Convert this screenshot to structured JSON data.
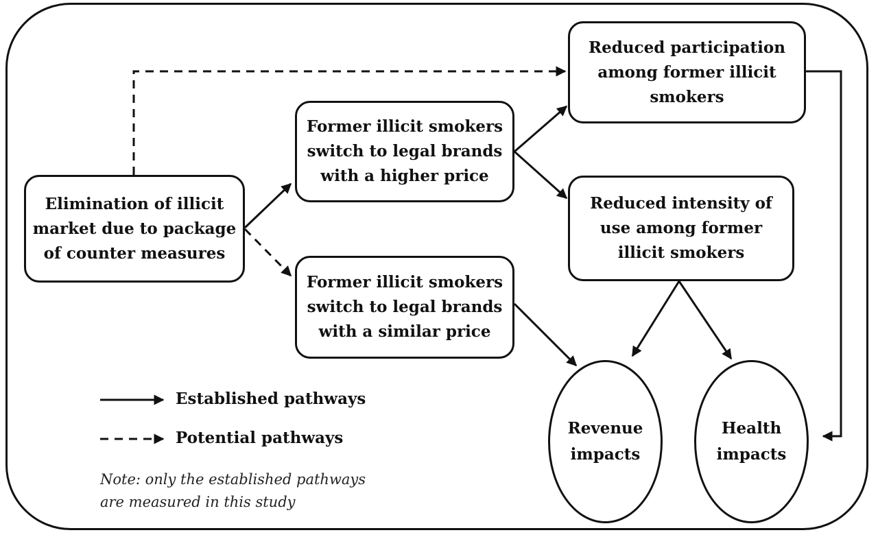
{
  "nodes": {
    "elimination": "Elimination of illicit market due to package of counter measures",
    "switch_higher": "Former illicit smokers switch to legal brands with a higher price",
    "switch_similar": "Former illicit smokers switch to legal brands with a similar price",
    "reduced_participation": "Reduced participation among former illicit smokers",
    "reduced_intensity": "Reduced intensity of use among former illicit smokers",
    "revenue_impacts": "Revenue impacts",
    "health_impacts": "Health impacts"
  },
  "legend": {
    "established": "Established pathways",
    "potential": "Potential pathways"
  },
  "note": "Note: only the established pathways\nare measured in this study"
}
